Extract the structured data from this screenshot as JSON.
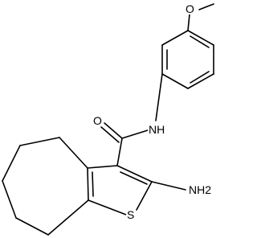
{
  "molecule": {
    "atom_labels": {
      "methoxy_oxygen": "O",
      "carbonyl_oxygen": "O",
      "amide_nitrogen": "NH",
      "ring_sulfur": "S",
      "amino_group": "NH2"
    },
    "bond_color": "#000000",
    "label_color": "#000000",
    "background": "#ffffff"
  }
}
